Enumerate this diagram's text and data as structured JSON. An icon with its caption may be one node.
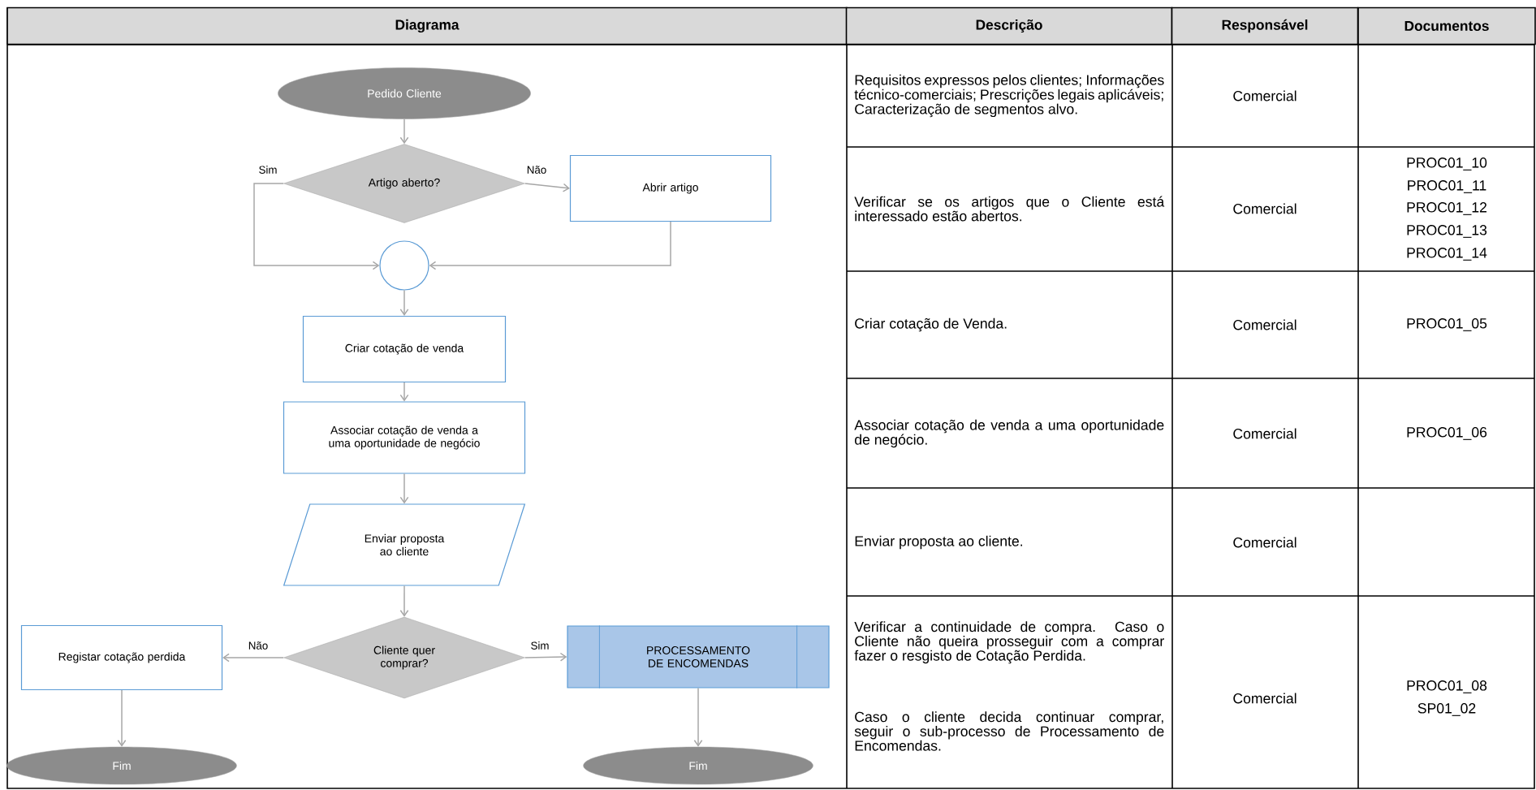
{
  "diagram": {
    "nodes": [
      {
        "text": [
          "Pedido Cliente"
        ]
      },
      {
        "text": [
          "Artigo aberto?"
        ]
      },
      {
        "text": [
          "Abrir artigo"
        ]
      },
      {
        "text": [],
        "shape": "circle"
      },
      {
        "text": [
          "Criar cotação de venda"
        ]
      },
      {
        "text": [
          "Associar cotação de venda a uma oportunidade de negócio"
        ]
      },
      {
        "text": [
          "Enviar proposta ao cliente"
        ]
      },
      {
        "text": [
          "Cliente quer comprar?"
        ]
      },
      {
        "text": [
          "Registar cotação perdida"
        ]
      },
      {
        "text": [
          "PROCESSAMENTO DE ENCOMENDAS"
        ]
      },
      {
        "text": [
          "Fim"
        ]
      },
      {
        "text": [
          "Fim"
        ]
      }
    ],
    "edges": [
      {
        "from": 0,
        "to": 1,
        "arrow": "to"
      },
      {
        "from": 1,
        "to": 2,
        "arrow": "to",
        "label": "Não"
      },
      {
        "from": 1,
        "to": 3,
        "arrow": "to",
        "label": "Sim"
      },
      {
        "from": 2,
        "to": 3,
        "arrow": "to"
      },
      {
        "from": 3,
        "to": 4,
        "arrow": "to"
      },
      {
        "from": 4,
        "to": 5,
        "arrow": "to"
      },
      {
        "from": 5,
        "to": 6,
        "arrow": "to"
      },
      {
        "from": 6,
        "to": 7,
        "arrow": "to"
      },
      {
        "from": 7,
        "to": 8,
        "arrow": "to",
        "label": "Não"
      },
      {
        "from": 7,
        "to": 9,
        "arrow": "to",
        "label": "Sim"
      },
      {
        "from": 8,
        "to": 10,
        "arrow": "to"
      },
      {
        "from": 9,
        "to": 11,
        "arrow": "to"
      }
    ],
    "labels": [
      "Diagrama",
      "Descrição",
      "Responsável",
      "Documentos",
      "Requisitos expressos pelos clientes; Informações técnico-comerciais; Prescrições legais aplicáveis; Caracterização de segmentos alvo.",
      "Comercial",
      "Verificar se os artigos que o Cliente está interessado estão abertos.",
      "Comercial",
      "PROC01_10",
      "PROC01_11",
      "PROC01_12",
      "PROC01_13",
      "PROC01_14",
      "Criar cotação de Venda.",
      "Comercial",
      "PROC01_05",
      "Associar cotação de venda a uma oportunidade de negócio.",
      "Comercial",
      "PROC01_06",
      "Enviar proposta ao cliente.",
      "Comercial",
      "Verificar a continuidade de compra. Caso o Cliente não queira prosseguir com a comprar fazer o resgisto de Cotação Perdida.",
      "Caso o cliente decida continuar comprar, seguir o sub-processo de Processamento de Encomendas.",
      "Comercial",
      "PROC01_08",
      "SP01_02"
    ]
  }
}
